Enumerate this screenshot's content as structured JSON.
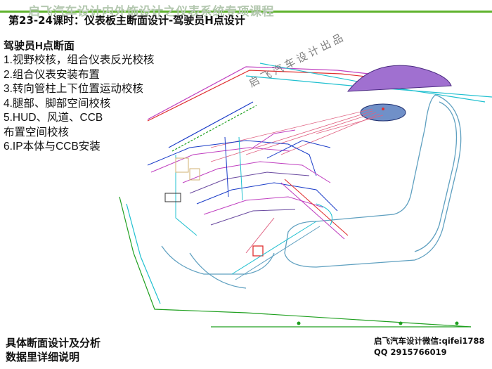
{
  "header": {
    "course_title": "启飞汽车设计内外饰设计之仪表系统专项课程",
    "lesson_title": "第23-24课时：仪表板主断面设计-驾驶员H点设计"
  },
  "content": {
    "heading": "驾驶员H点断面",
    "items": [
      "1.视野校核，组合仪表反光校核",
      "2.组合仪表安装布置",
      "3.转向管柱上下位置运动校核",
      "4.腿部、脚部空间校核",
      "5.HUD、风道、CCB",
      "布置空间校核",
      "6.IP本体与CCB安装"
    ]
  },
  "watermark": "启飞汽车设计出品",
  "footer": {
    "left_line1": "具体断面设计及分析",
    "left_line2": "数据里详细说明",
    "right_line1": "启飞汽车设计微信:qifei1788",
    "right_line2": "QQ 2915766019"
  },
  "colors": {
    "accent_green": "#5fb32e",
    "header_faded": "#b4c8b0",
    "magenta": "#c040c0",
    "cyan": "#20c0d0",
    "blue": "#1a3cc8",
    "red": "#e03030",
    "green": "#20a020",
    "purple_fill": "#a070d0",
    "steel_blue_fill": "#7090c8"
  }
}
